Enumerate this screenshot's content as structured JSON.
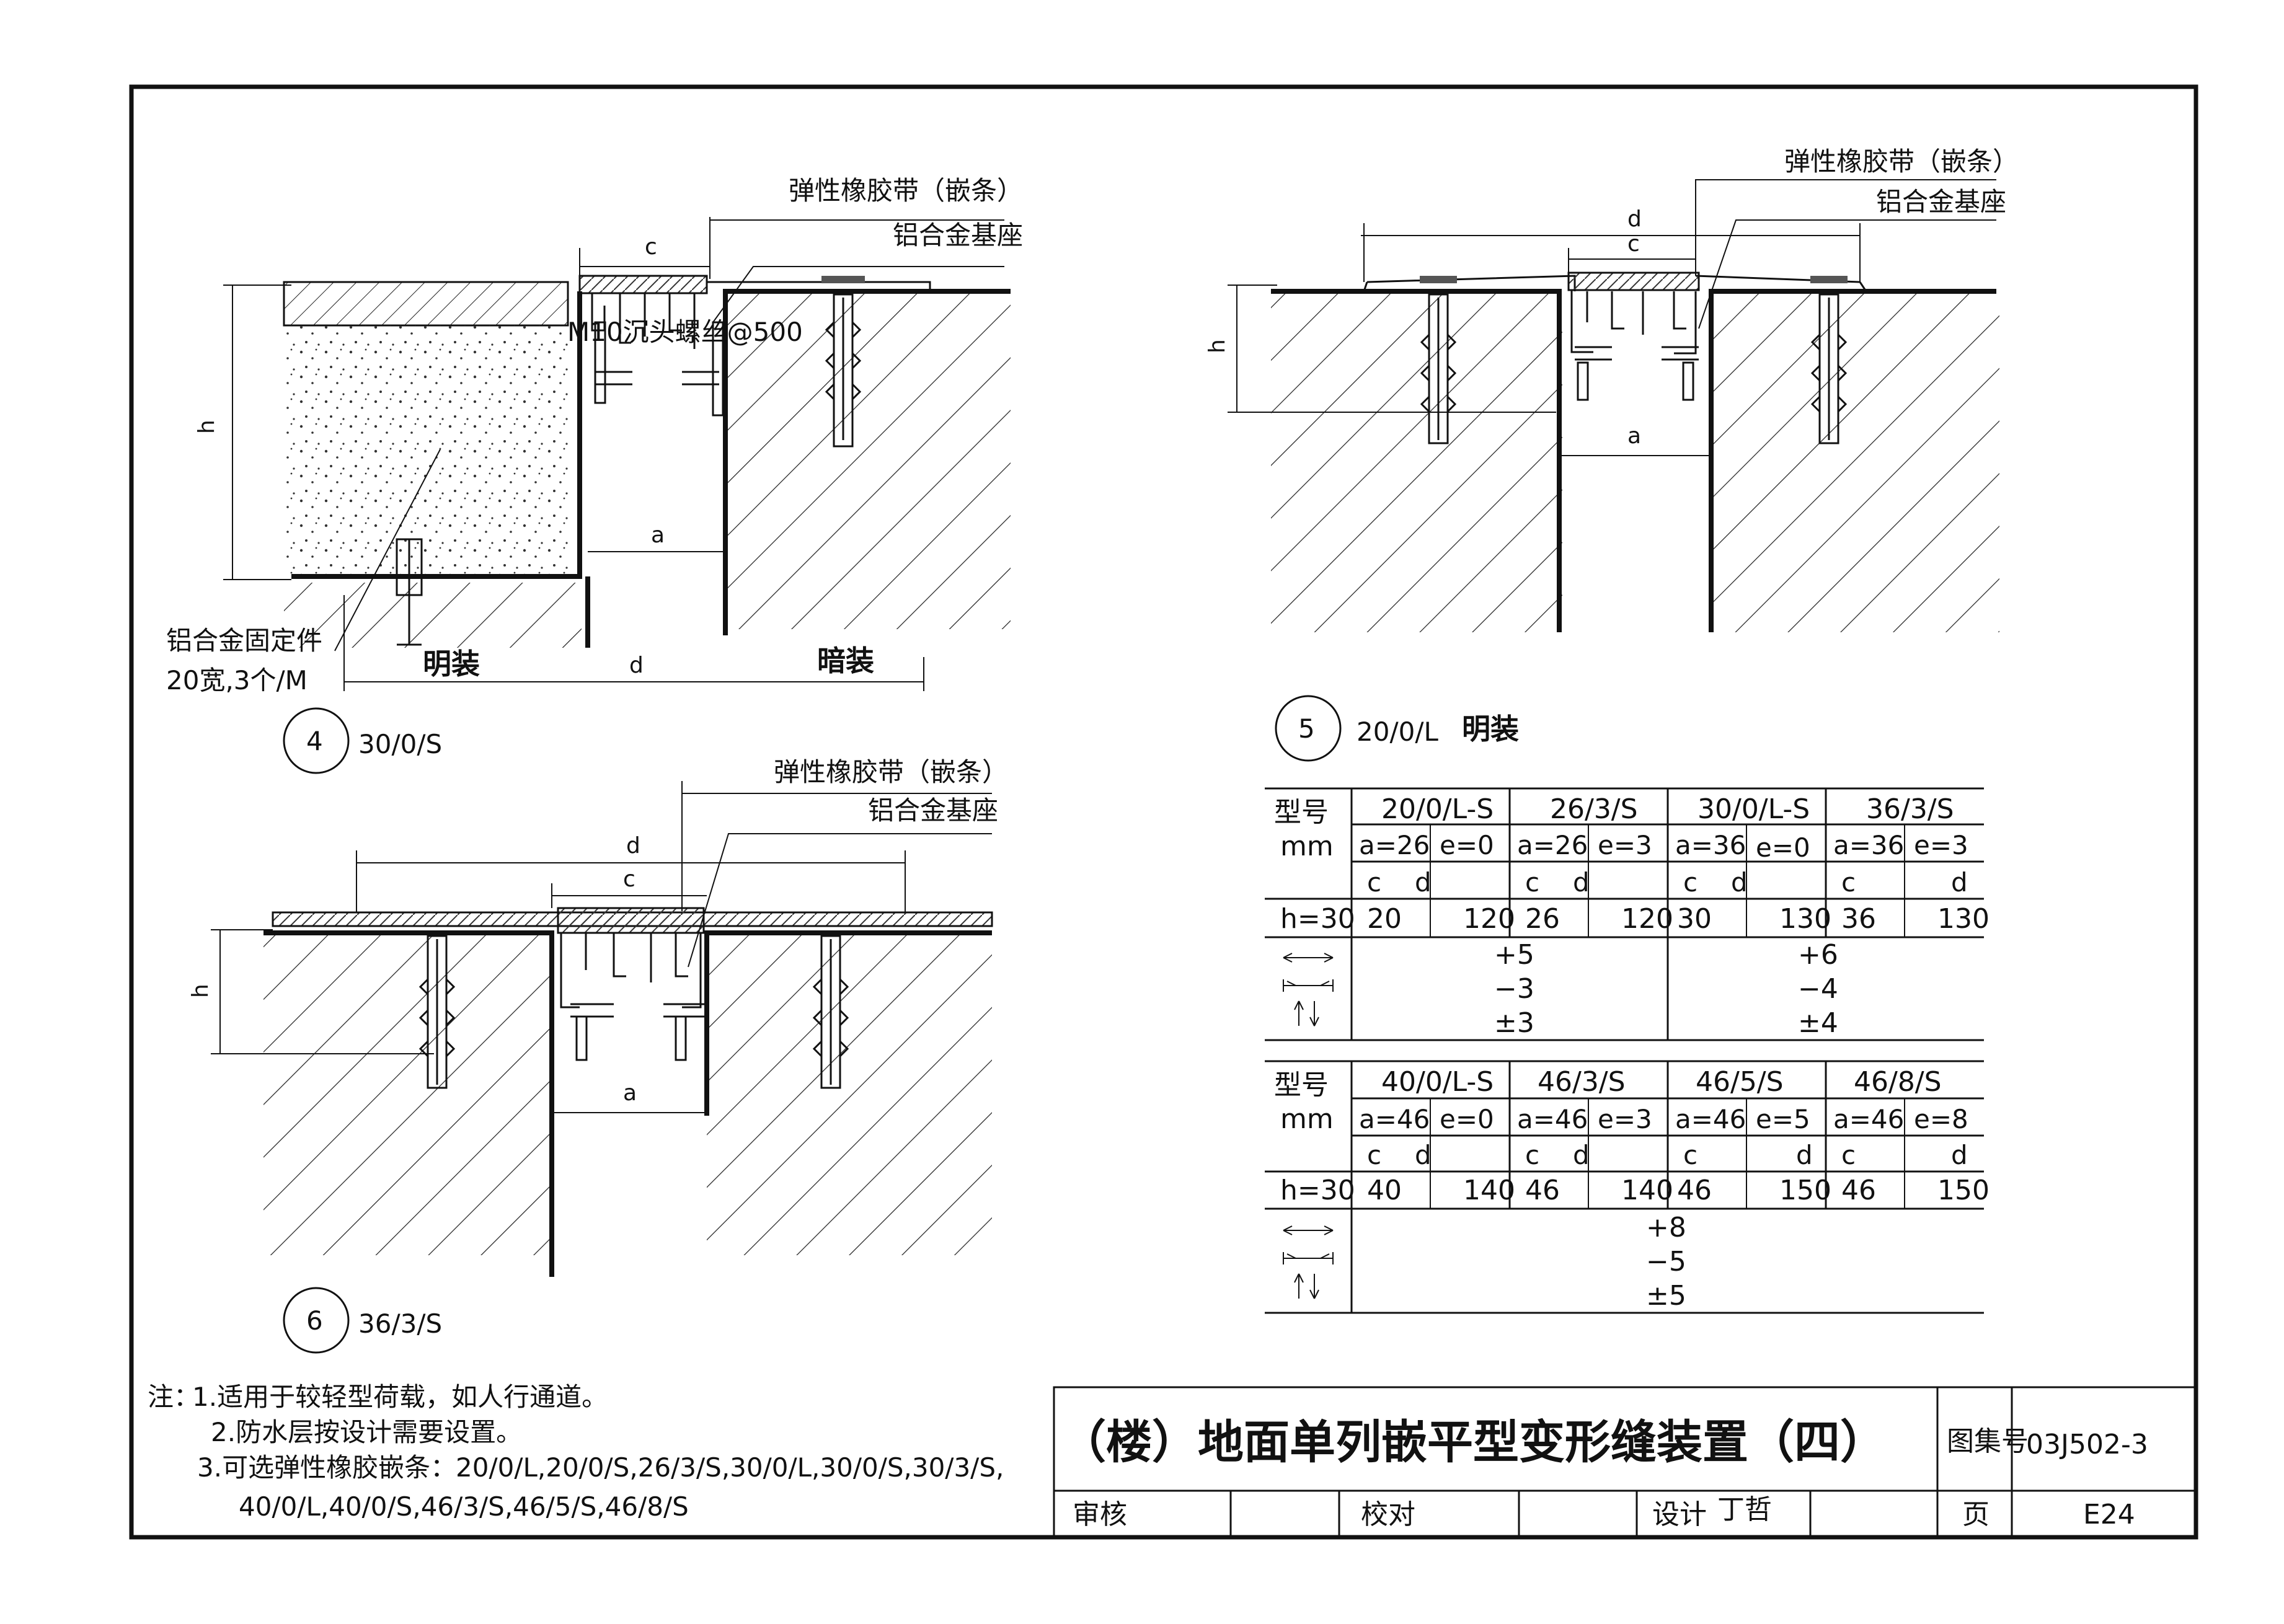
{
  "colors": {
    "line": "#111111",
    "background": "#ffffff"
  },
  "detail4": {
    "labels": {
      "rubber": "弹性橡胶带（嵌条）",
      "base": "铝合金基座",
      "screw": "M10沉头螺丝@500",
      "fixer": "铝合金固定件",
      "fixer_spec": "20宽,3个/M",
      "exposed": "明装",
      "concealed": "暗装"
    },
    "dims": {
      "c": "c",
      "h": "h",
      "a": "a",
      "d": "d"
    },
    "number": "4",
    "model": "30/0/S"
  },
  "detail5": {
    "labels": {
      "rubber": "弹性橡胶带（嵌条）",
      "base": "铝合金基座",
      "exposed": "明装"
    },
    "dims": {
      "d": "d",
      "c": "c",
      "h": "h",
      "a": "a"
    },
    "number": "5",
    "model": "20/0/L"
  },
  "detail6": {
    "labels": {
      "rubber": "弹性橡胶带（嵌条）",
      "base": "铝合金基座"
    },
    "dims": {
      "d": "d",
      "c": "c",
      "h": "h",
      "a": "a"
    },
    "number": "6",
    "model": "36/3/S"
  },
  "table1": {
    "header_model": "型号",
    "header_mm": "mm",
    "row_h": "h=30",
    "models": [
      "20/0/L-S",
      "26/3/S",
      "30/0/L-S",
      "36/3/S"
    ],
    "ae": [
      "a=26",
      "e=0",
      "a=26",
      "e=3",
      "a=36",
      "e=0",
      "a=36",
      "e=3"
    ],
    "cd": [
      "c",
      "d",
      "c",
      "d",
      "c",
      "d",
      "c",
      "d"
    ],
    "values": [
      "20",
      "120",
      "26",
      "120",
      "30",
      "130",
      "36",
      "130"
    ],
    "move_left": [
      "+5",
      "−3",
      "±3"
    ],
    "move_right": [
      "+6",
      "−4",
      "±4"
    ]
  },
  "table2": {
    "header_model": "型号",
    "header_mm": "mm",
    "row_h": "h=30",
    "models": [
      "40/0/L-S",
      "46/3/S",
      "46/5/S",
      "46/8/S"
    ],
    "ae": [
      "a=46",
      "e=0",
      "a=46",
      "e=3",
      "a=46",
      "e=5",
      "a=46",
      "e=8"
    ],
    "cd": [
      "c",
      "d",
      "c",
      "d",
      "c",
      "d",
      "c",
      "d"
    ],
    "values": [
      "40",
      "140",
      "46",
      "140",
      "46",
      "150",
      "46",
      "150"
    ],
    "move": [
      "+8",
      "−5",
      "±5"
    ]
  },
  "notes": {
    "prefix": "注：",
    "line1": "1.适用于较轻型荷载，如人行通道。",
    "line2": "2.防水层按设计需要设置。",
    "line3a": "3.可选弹性橡胶嵌条：",
    "line3b": "20/0/L,20/0/S,26/3/S,30/0/L,30/0/S,30/3/S,",
    "line4": "40/0/L,40/0/S,46/3/S,46/5/S,46/8/S"
  },
  "title_block": {
    "title": "（楼）地面单列嵌平型变形缝装置（四）",
    "atlas_label": "图集号",
    "atlas_no": "03J502-3",
    "review": "审核",
    "check": "校对",
    "design": "设计",
    "designer": "丁哲",
    "page_label": "页",
    "page_no": "E24"
  }
}
